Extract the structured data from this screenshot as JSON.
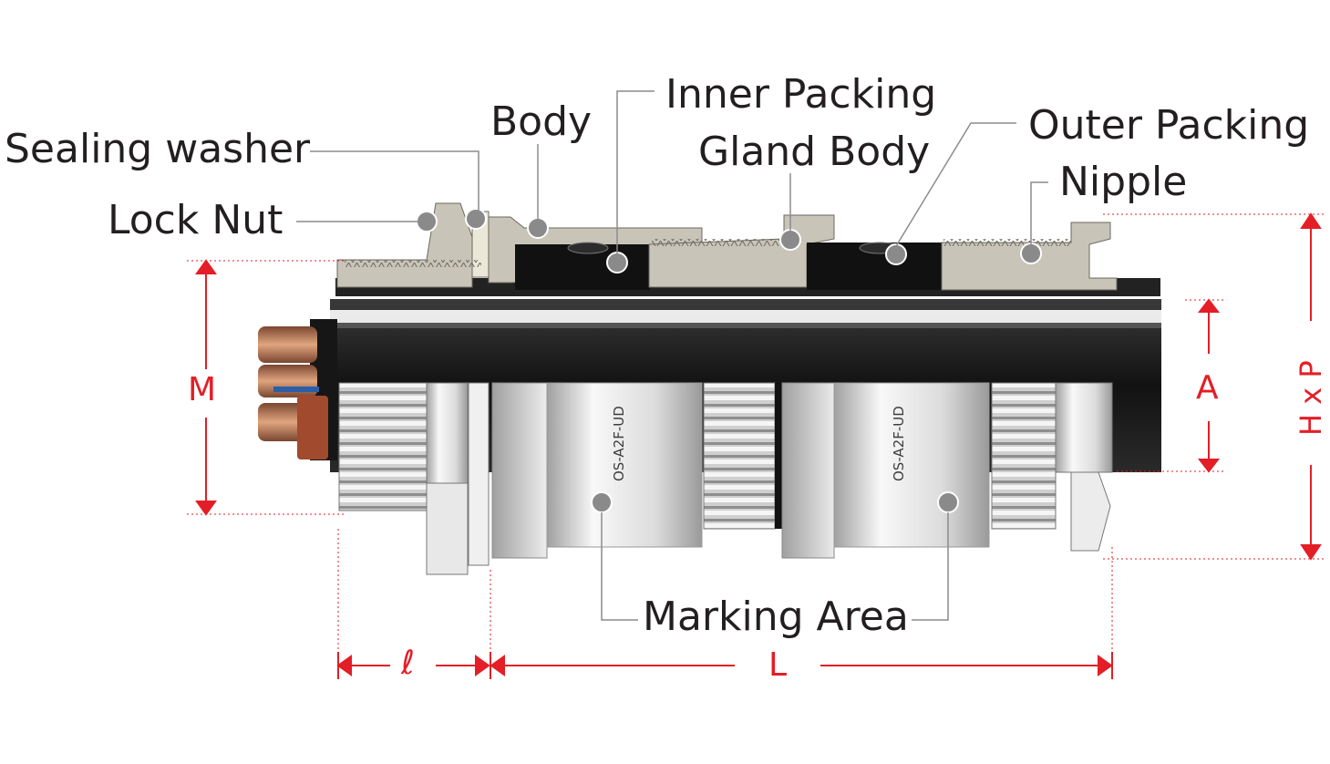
{
  "labels": {
    "sealing_washer": "Sealing washer",
    "lock_nut": "Lock Nut",
    "body": "Body",
    "inner_packing": "Inner Packing",
    "gland_body": "Gland Body",
    "outer_packing": "Outer Packing",
    "nipple": "Nipple",
    "marking_area": "Marking Area"
  },
  "dimensions": {
    "m": "M",
    "a": "A",
    "hxp": "H x P",
    "l_small": "ℓ",
    "l_big": "L"
  },
  "marking_text": {
    "left": "OS-A2F-UD",
    "right": "OS-A2F-UD"
  },
  "colors": {
    "dimension": "#e41e26",
    "leader": "#8c8c8c",
    "metal_section": "#c9c4b8",
    "packing": "#111111",
    "cable": "#1a1a1a",
    "copper": "#b87755"
  }
}
